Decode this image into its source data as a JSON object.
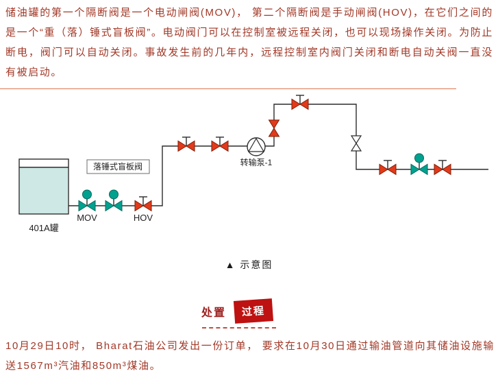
{
  "colors": {
    "text": "#A23827",
    "rule": "#DD7350",
    "teal": "#00A18F",
    "valve_red": "#E23A1B",
    "hov_text": "#E06B28",
    "pipe": "#2B2B2B",
    "tank_fill": "#CDE8E5",
    "badge_bg": "#BE1111",
    "heading_red": "#9E1F1F",
    "dash": "#B85042"
  },
  "intro": {
    "text": "储油罐的第一个隔断阀是一个电动闸阀(MOV)， 第二个隔断阀是手动闸阀(HOV)，在它们之间的是一个“重（落）锤式盲板阀”。电动阀门可以在控制室被远程关闭，也可以现场操作关闭。为防止断电，阀门可以自动关闭。事故发生前的几年内，远程控制室内阀门关闭和断电自动关阀一直没有被启动。"
  },
  "diagram": {
    "tank_label": "401A罐",
    "blind_valve_label": "落锤式盲板阀",
    "mov_label": "MOV",
    "hov_label": "HOV",
    "pump_label": "转输泵-1"
  },
  "caption": {
    "text": "▲ 示意图"
  },
  "section": {
    "title": "处置",
    "badge": "过程"
  },
  "body": {
    "text": "10月29日10时， Bharat石油公司发出一份订单， 要求在10月30日通过输油管道向其储油设施输送1567m³汽油和850m³煤油。"
  }
}
